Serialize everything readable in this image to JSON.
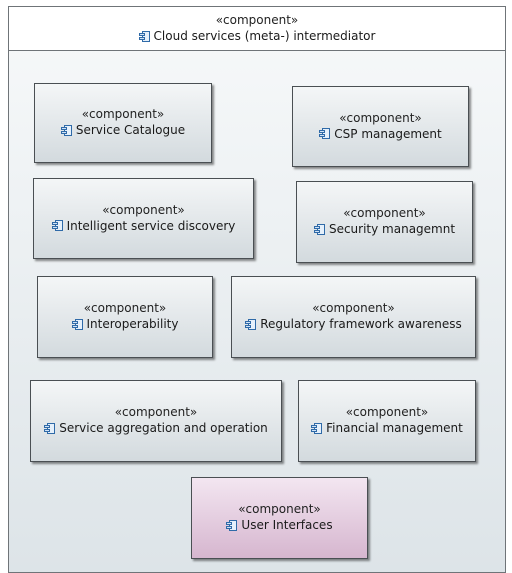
{
  "container": {
    "stereotype": "«component»",
    "name": "Cloud services (meta-) intermediator"
  },
  "components": [
    {
      "stereotype": "«component»",
      "name": "Service Catalogue"
    },
    {
      "stereotype": "«component»",
      "name": "CSP management"
    },
    {
      "stereotype": "«component»",
      "name": "Intelligent service discovery"
    },
    {
      "stereotype": "«component»",
      "name": "Security managemnt"
    },
    {
      "stereotype": "«component»",
      "name": "Interoperability"
    },
    {
      "stereotype": "«component»",
      "name": "Regulatory framework awareness"
    },
    {
      "stereotype": "«component»",
      "name": "Service aggregation and operation"
    },
    {
      "stereotype": "«component»",
      "name": "Financial management"
    },
    {
      "stereotype": "«component»",
      "name": "User Interfaces"
    }
  ],
  "colors": {
    "component_fill": "#dfe5e8",
    "highlight_fill": "#dcbfd6",
    "icon": "#2f6aa8"
  },
  "icon": "uml-component-icon"
}
